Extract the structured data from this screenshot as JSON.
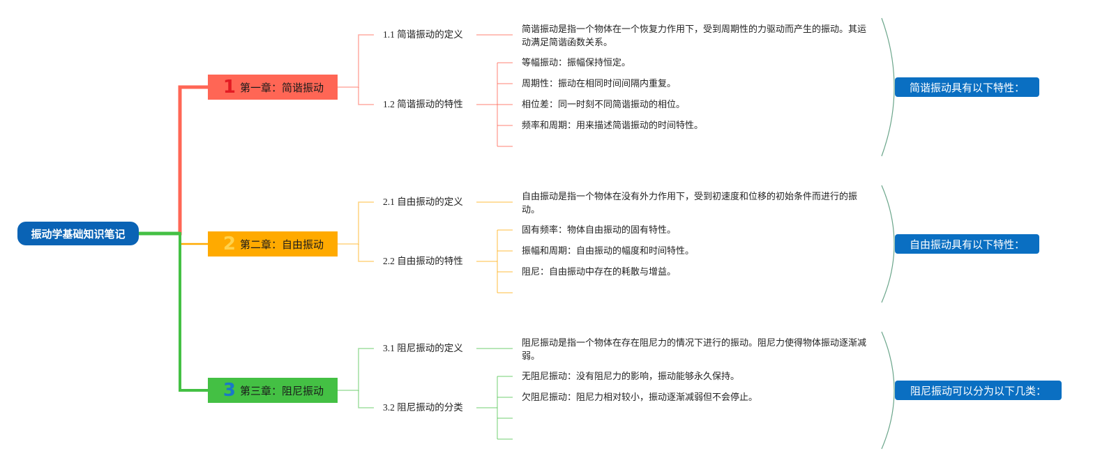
{
  "root": {
    "label": "振动学基础知识笔记"
  },
  "colors": {
    "root": "#0a63b5",
    "ch1": "#ff6655",
    "ch2": "#ffaa00",
    "ch3": "#44c044",
    "summary": "#0a6fc2",
    "bracket": "#6aa58a"
  },
  "chapters": [
    {
      "num": "1",
      "label": "第一章：简谐振动",
      "sections": [
        {
          "label": "1.1 简谐振动的定义",
          "text": "简谐振动是指一个物体在一个恢复力作用下，受到周期性的力驱动而产生的振动。其运动满足简谐函数关系。"
        },
        {
          "label": "1.2 简谐振动的特性",
          "items": [
            "等幅振动：振幅保持恒定。",
            "周期性：振动在相同时间间隔内重复。",
            "相位差：同一时刻不同简谐振动的相位。",
            "频率和周期：用来描述简谐振动的时间特性。"
          ]
        }
      ],
      "summary": "简谐振动具有以下特性："
    },
    {
      "num": "2",
      "label": "第二章：自由振动",
      "sections": [
        {
          "label": "2.1 自由振动的定义",
          "text": "自由振动是指一个物体在没有外力作用下，受到初速度和位移的初始条件而进行的振动。"
        },
        {
          "label": "2.2 自由振动的特性",
          "items": [
            "固有频率：物体自由振动的固有特性。",
            "振幅和周期：自由振动的幅度和时间特性。",
            "阻尼：自由振动中存在的耗散与增益。"
          ]
        }
      ],
      "summary": "自由振动具有以下特性："
    },
    {
      "num": "3",
      "label": "第三章：阻尼振动",
      "sections": [
        {
          "label": "3.1 阻尼振动的定义",
          "text": "阻尼振动是指一个物体在存在阻尼力的情况下进行的振动。阻尼力使得物体振动逐渐减弱。"
        },
        {
          "label": "3.2 阻尼振动的分类",
          "items": [
            "无阻尼振动：没有阻尼力的影响，振动能够永久保持。",
            "欠阻尼振动：阻尼力相对较小，振动逐渐减弱但不会停止。"
          ]
        }
      ],
      "summary": "阻尼振动可以分为以下几类："
    }
  ]
}
